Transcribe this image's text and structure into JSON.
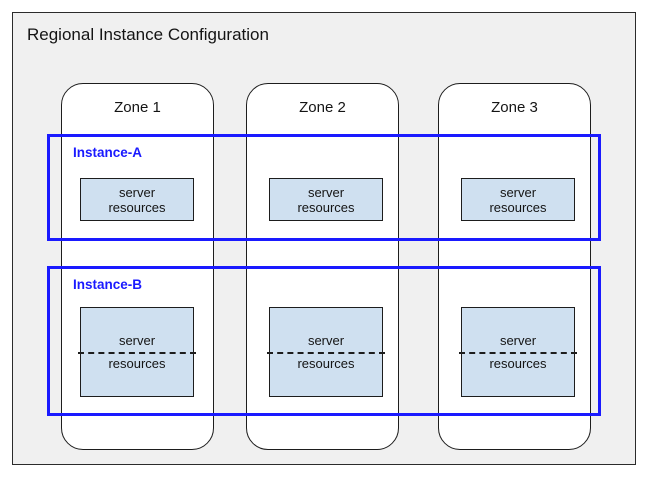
{
  "diagram": {
    "title": "Regional Instance Configuration",
    "colors": {
      "panel_background": "#f0f0f0",
      "panel_border": "#2b2b2b",
      "zone_background": "#ffffff",
      "zone_border": "#1d1d1d",
      "instance_accent": "#1a1aff",
      "server_fill": "#cfe0f0",
      "server_border": "#1d1d1d",
      "text": "#141414"
    },
    "zones": [
      {
        "label": "Zone 1"
      },
      {
        "label": "Zone 2"
      },
      {
        "label": "Zone 3"
      }
    ],
    "instances": [
      {
        "label": "Instance-A",
        "resources": [
          {
            "line1": "server",
            "line2": "resources"
          },
          {
            "line1": "server",
            "line2": "resources"
          },
          {
            "line1": "server",
            "line2": "resources"
          }
        ]
      },
      {
        "label": "Instance-B",
        "resources": [
          {
            "line1": "server",
            "line2": "resources"
          },
          {
            "line1": "server",
            "line2": "resources"
          },
          {
            "line1": "server",
            "line2": "resources"
          }
        ]
      }
    ]
  }
}
